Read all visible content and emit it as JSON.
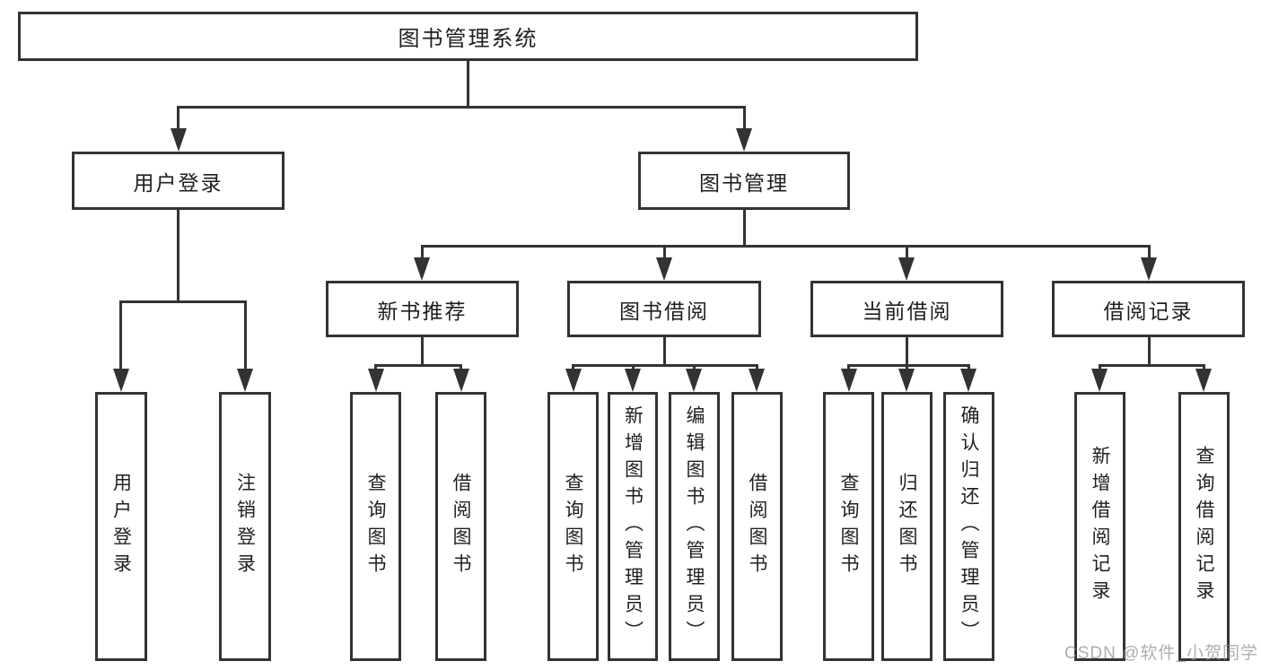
{
  "colors": {
    "line": "#333333",
    "text": "#1f1f1f",
    "background": "#ffffff",
    "watermark": "#8a8f94"
  },
  "diagram": {
    "root": "图书管理系统",
    "level2": [
      "用户登录",
      "图书管理"
    ],
    "level3": [
      "新书推荐",
      "图书借阅",
      "当前借阅",
      "借阅记录"
    ],
    "leaves": {
      "login": [
        "用户登录",
        "注销登录"
      ],
      "recommend": [
        "查询图书",
        "借阅图书"
      ],
      "borrow": [
        "查询图书",
        "新增图书（管理员）",
        "编辑图书（管理员）",
        "借阅图书"
      ],
      "current": [
        "查询图书",
        "归还图书",
        "确认归还（管理员）"
      ],
      "records": [
        "新增借阅记录",
        "查询借阅记录"
      ]
    }
  },
  "watermark": {
    "text": "CSDN @软件_小贺同学"
  }
}
